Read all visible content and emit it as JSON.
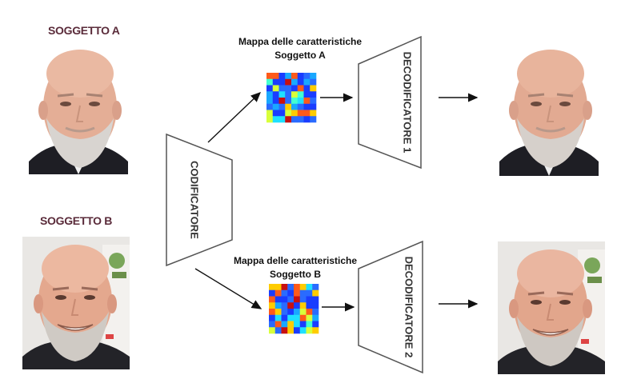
{
  "subject_a": {
    "label": "SOGGETTO A"
  },
  "subject_b": {
    "label": "SOGGETTO B"
  },
  "encoder": {
    "label": "CODIFICATORE"
  },
  "feature_map_a": {
    "line1": "Mappa delle caratteristiche",
    "line2": "Soggetto A"
  },
  "feature_map_b": {
    "line1": "Mappa delle caratteristiche",
    "line2": "Soggetto B"
  },
  "decoder_1": {
    "label": "DECODIFICATORE 1"
  },
  "decoder_2": {
    "label": "DECODIFICATORE 2"
  },
  "colors": {
    "label_text": "#5a2b3a",
    "outline": "#555555",
    "arrow": "#111111",
    "skin": "#e8b39a",
    "beard": "#d8d4d0",
    "jacket": "#1e1e24"
  }
}
